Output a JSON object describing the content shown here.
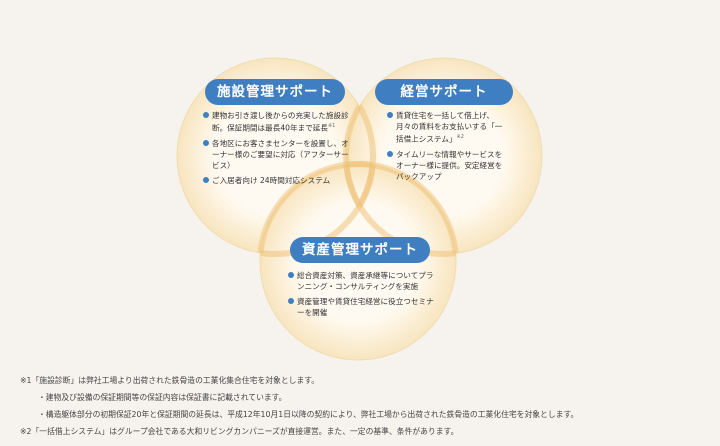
{
  "diagram": {
    "circles": [
      {
        "id": "facility",
        "title": "施設管理サポート",
        "items": [
          {
            "text": "建物お引き渡し後からの充実した施設診断。保証期間は最長40年まで延長",
            "mark": "※1"
          },
          {
            "text": "各地区にお客さまセンターを設置し、オーナー様のご要望に対応（アフターサービス）",
            "mark": ""
          },
          {
            "text": "ご入居者向け 24時間対応システム",
            "mark": ""
          }
        ]
      },
      {
        "id": "management",
        "title": "経営サポート",
        "items": [
          {
            "text": "賃貸住宅を一括して借上げ、月々の賃料をお支払いする「一括借上システム」",
            "mark": "※2"
          },
          {
            "text": "タイムリーな情報やサービスをオーナー様に提供。安定経営をバックアップ",
            "mark": ""
          }
        ]
      },
      {
        "id": "asset",
        "title": "資産管理サポート",
        "items": [
          {
            "text": "総合資産対策、資産承継等についてプランニング・コンサルティングを実施",
            "mark": ""
          },
          {
            "text": "資産管理や賃貸住宅経営に役立つセミナーを開催",
            "mark": ""
          }
        ]
      }
    ]
  },
  "notes": [
    "※1「施設診断」は弊社工場より出荷された鉄骨造の工業化集合住宅を対象とします。",
    "・建物及び設備の保証期間等の保証内容は保証書に記載されています。",
    "・構造躯体部分の初期保証20年と保証期間の延長は、平成12年10月1日以降の契約により、弊社工場から出荷された鉄骨造の工業化住宅を対象とします。",
    "※2「一括借上システム」はグループ会社である大和リビングカンパニーズが直接運営。また、一定の基準、条件があります。"
  ],
  "colors": {
    "circle_fill": "#fdf6e8",
    "circle_stroke": "#f0dcae",
    "overlap_gold": "#efc37a",
    "title_blue": "#3f7ec0",
    "bullet_blue": "#3f7ec0",
    "background": "#f6f3ee"
  }
}
